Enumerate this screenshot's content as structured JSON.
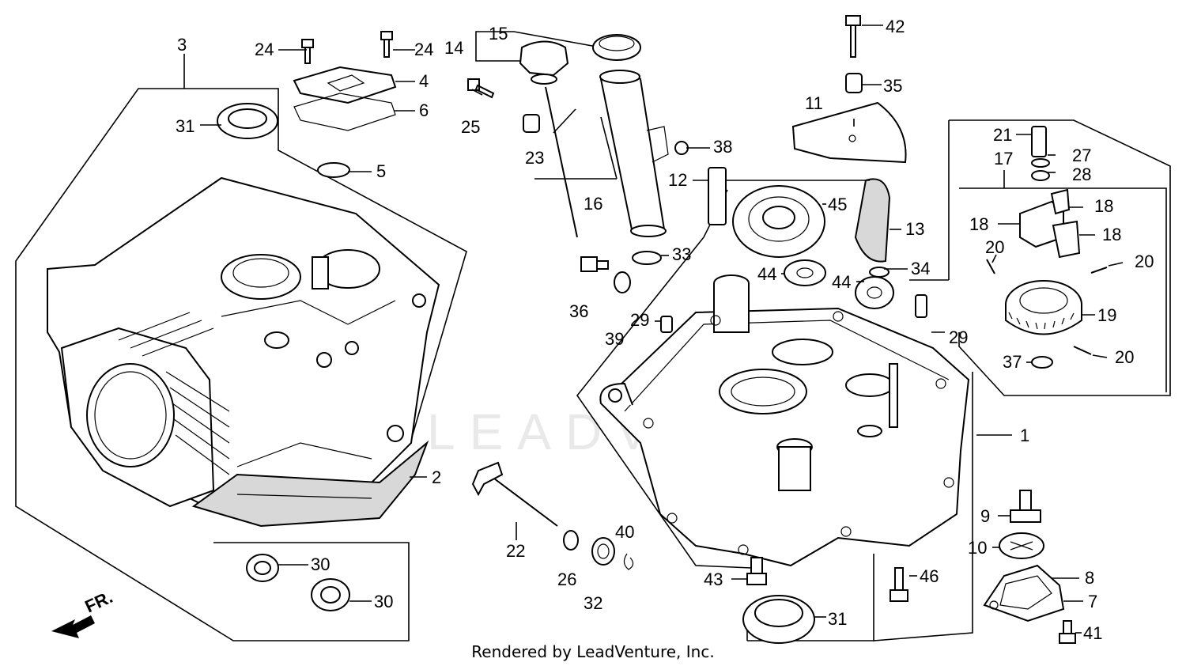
{
  "diagram": {
    "watermark": "LEADVENTURE",
    "front_marker": "FR.",
    "credit": "Rendered by LeadVenture, Inc.",
    "callouts": [
      "1",
      "2",
      "3",
      "4",
      "5",
      "6",
      "7",
      "8",
      "9",
      "10",
      "11",
      "12",
      "13",
      "14",
      "15",
      "16",
      "17",
      "18",
      "19",
      "20",
      "21",
      "22",
      "23",
      "24",
      "25",
      "26",
      "27",
      "28",
      "29",
      "30",
      "31",
      "32",
      "33",
      "34",
      "35",
      "36",
      "37",
      "38",
      "39",
      "40",
      "41",
      "42",
      "43",
      "44",
      "45",
      "46"
    ]
  }
}
